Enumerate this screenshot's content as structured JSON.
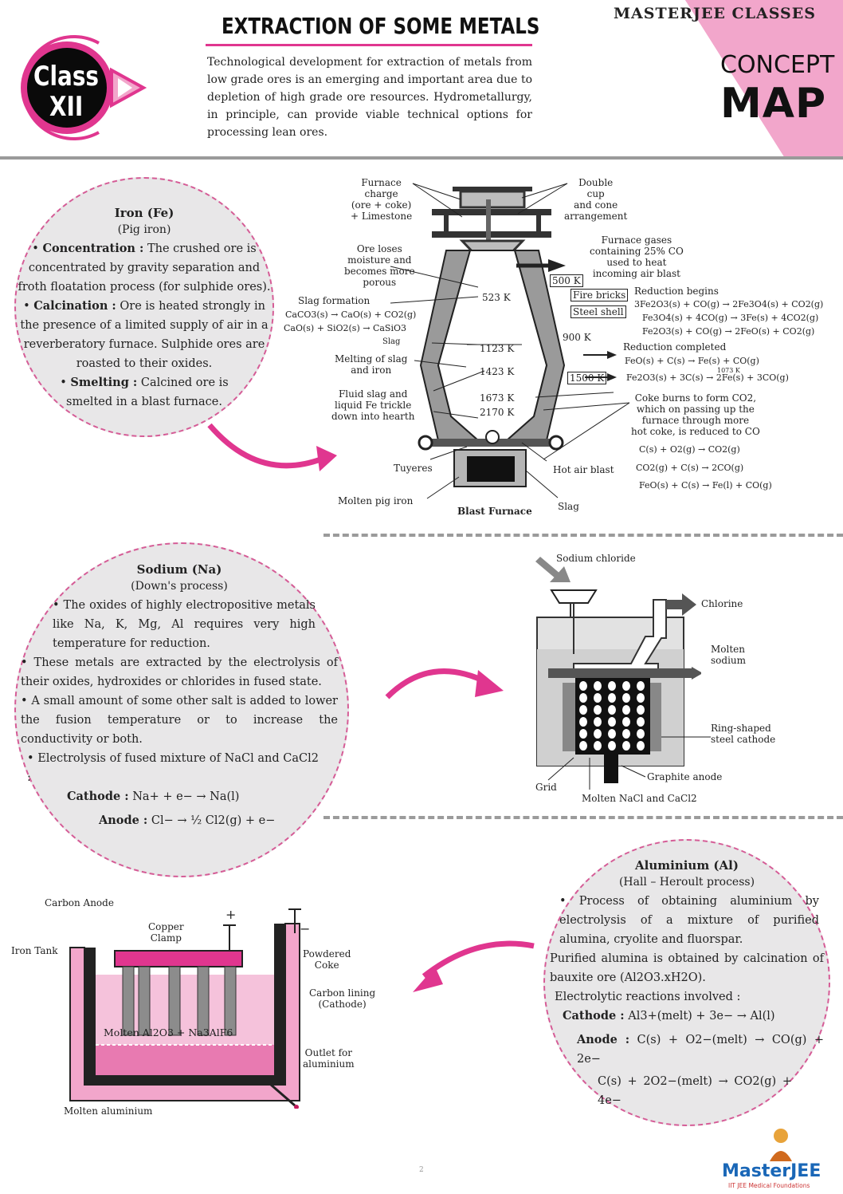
{
  "header": {
    "class_label": "Class",
    "class_number": "XII",
    "title": "EXTRACTION OF SOME METALS",
    "intro": "Technological development for extraction of metals from low grade ores is an emerging and important area due to depletion of high grade ore resources. Hydrometallurgy, in principle, can provide viable technical options for processing lean ores.",
    "brand": "MASTERJEE CLASSES",
    "concept": "CONCEPT",
    "map": "MAP"
  },
  "iron": {
    "title": "Iron (Fe)",
    "subtitle": "(Pig iron)",
    "p1_head": "Concentration :",
    "p1": "The crushed ore is concentrated by gravity separation and froth floatation process (for sulphide ores).",
    "p2_head": "Calcination :",
    "p2": "Ore is heated strongly in the presence of a limited supply of air in a reverberatory furnace. Sulphide ores are roasted to their oxides.",
    "p3_head": "Smelting :",
    "p3": "Calcined ore is smelted in a blast furnace."
  },
  "furnace": {
    "furnace_charge": "Furnace\ncharge\n(ore + coke)\n+ Limestone",
    "double_cup": "Double\ncup\nand cone\narrangement",
    "ore_loses": "Ore loses\nmoisture and\nbecomes more\nporous",
    "furnace_gases": "Furnace gases\ncontaining 25% CO\nused to heat\nincoming air blast",
    "t500": "500 K",
    "t523": "523 K",
    "fire_bricks": "Fire bricks",
    "steel_shell": "Steel shell",
    "slag_formation": "Slag formation",
    "slag_eq1": "CaCO3(s) → CaO(s) + CO2(g)",
    "slag_eq2": "CaO(s) + SiO2(s) → CaSiO3",
    "slag_small": "Slag",
    "reduction_begins": "Reduction begins",
    "rb1": "3Fe2O3(s) + CO(g) → 2Fe3O4(s) + CO2(g)",
    "rb2": "Fe3O4(s) + 4CO(g) → 3Fe(s) + 4CO2(g)",
    "rb3": "Fe2O3(s) + CO(g) → 2FeO(s) + CO2(g)",
    "t900": "900 K",
    "t1123": "1123 K",
    "melting": "Melting of slag\nand iron",
    "reduction_completed": "Reduction completed",
    "rc1": "FeO(s) + C(s) → Fe(s) + CO(g)",
    "rc2": "Fe2O3(s) + 3C(s) → 2Fe(s) + 3CO(g)",
    "rc2_over": "1073 K",
    "t1423": "1423 K",
    "t1500": "1500 K",
    "fluid_slag": "Fluid slag and\nliquid Fe trickle\ndown into hearth",
    "t1673": "1673 K",
    "t2170": "2170 K",
    "coke_burns": "Coke burns to form CO2,\nwhich on passing up the\nfurnace through more\nhot coke, is reduced to CO",
    "cb1": "C(s) + O2(g) → CO2(g)",
    "cb2": "CO2(g) + C(s) → 2CO(g)",
    "cb3": "FeO(s) + C(s) → Fe(l) + CO(g)",
    "tuyeres": "Tuyeres",
    "hot_air": "Hot air blast",
    "molten_pig": "Molten pig iron",
    "blast_furnace": "Blast Furnace",
    "slag": "Slag"
  },
  "sodium": {
    "title": "Sodium (Na)",
    "subtitle": "(Down's process)",
    "b1": "The oxides of highly electropositive metals like Na, K, Mg, Al requires very high temperature for reduction.",
    "b2": "These metals are extracted by the electrolysis of their oxides, hydroxides or chlorides in fused state.",
    "b3": "A small amount of some other salt is added to lower the fusion temperature or to increase the conductivity or both.",
    "b4": "Electrolysis of fused mixture of NaCl and CaCl2 :",
    "cathode_label": "Cathode :",
    "cathode_eq": "Na+ + e− → Na(l)",
    "anode_label": "Anode :",
    "anode_eq": "Cl− → ½ Cl2(g) + e−"
  },
  "downs_cell": {
    "sodium_chloride": "Sodium chloride",
    "chlorine": "Chlorine",
    "molten_sodium": "Molten\nsodium",
    "ring_cathode": "Ring-shaped\nsteel cathode",
    "graphite_anode": "Graphite anode",
    "grid": "Grid",
    "molten_nacl": "Molten NaCl and CaCl2"
  },
  "hall_cell": {
    "carbon_anode": "Carbon Anode",
    "copper_clamp": "Copper\nClamp",
    "iron_tank": "Iron Tank",
    "powdered_coke": "Powdered\nCoke",
    "carbon_lining": "Carbon lining\n(Cathode)",
    "molten_mix": "Molten Al2O3 + Na3AlF6",
    "outlet": "Outlet for\naluminium",
    "molten_al": "Molten aluminium",
    "plus": "+",
    "minus": "−"
  },
  "aluminium": {
    "title": "Aluminium (Al)",
    "subtitle": "(Hall – Heroult process)",
    "b1": "Process of obtaining aluminium by electrolysis of a mixture of purified alumina, cryolite and fluorspar.",
    "p2": "Purified alumina is obtained by calcination of bauxite ore (Al2O3.xH2O).",
    "p3": "Electrolytic reactions involved :",
    "cathode_label": "Cathode :",
    "cathode_eq": "Al3+(melt) + 3e− → Al(l)",
    "anode_label": "Anode :",
    "anode_eq1": "C(s) + O2−(melt) → CO(g) + 2e−",
    "anode_eq2": "C(s) + 2O2−(melt) → CO2(g) + 4e−"
  },
  "footer": {
    "page_marker": "2",
    "logo": "MasterJEE",
    "logo_sub": "IIT JEE Medical Foundations"
  },
  "colors": {
    "accent": "#e0368f",
    "pink_light": "#f2a6cb",
    "circle_bg": "#e8e7e8",
    "cell_pink": "#f5c2db"
  }
}
